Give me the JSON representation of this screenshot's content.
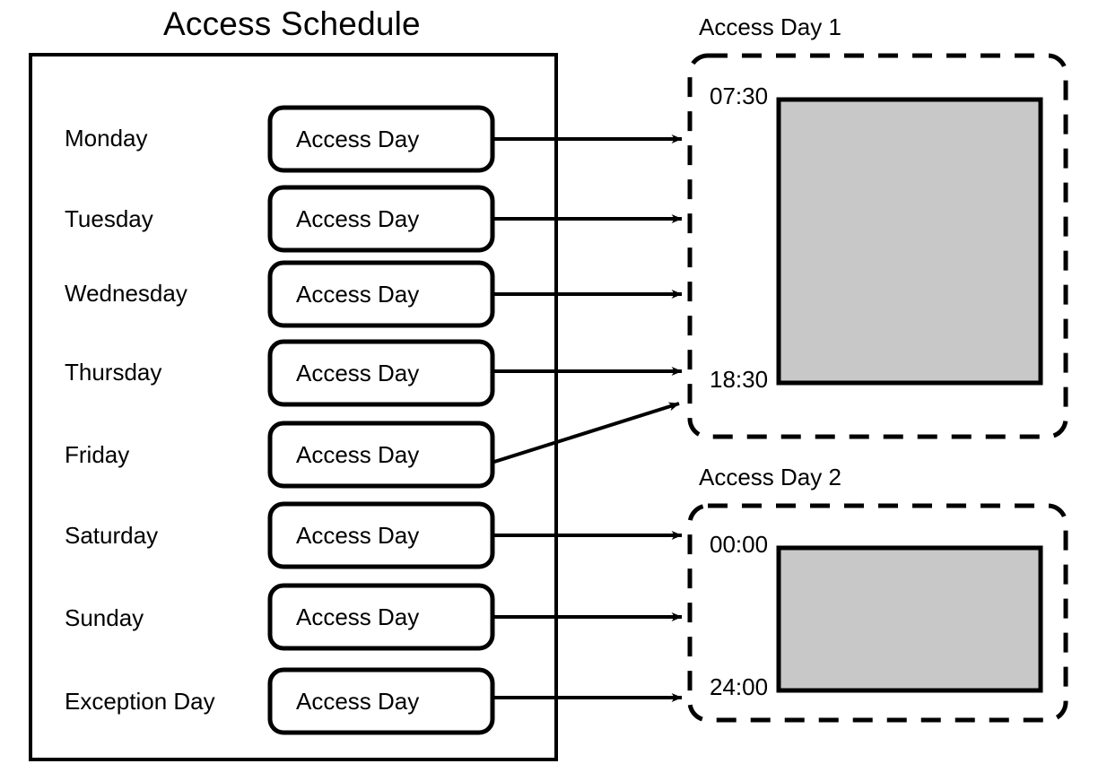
{
  "diagram": {
    "title": "Access Schedule",
    "schedule_panel": {
      "name": "Access Schedule",
      "rows": [
        {
          "day": "Monday",
          "node": "Access Day",
          "target": "Access Day 1"
        },
        {
          "day": "Tuesday",
          "node": "Access Day",
          "target": "Access Day 1"
        },
        {
          "day": "Wednesday",
          "node": "Access Day",
          "target": "Access Day 1"
        },
        {
          "day": "Thursday",
          "node": "Access Day",
          "target": "Access Day 1"
        },
        {
          "day": "Friday",
          "node": "Access Day",
          "target": "Access Day 1"
        },
        {
          "day": "Saturday",
          "node": "Access Day",
          "target": "Access Day 2"
        },
        {
          "day": "Sunday",
          "node": "Access Day",
          "target": "Access Day 2"
        },
        {
          "day": "Exception Day",
          "node": "Access Day",
          "target": "Access Day 2"
        }
      ]
    },
    "access_days": [
      {
        "title": "Access Day 1",
        "start_time": "07:30",
        "end_time": "18:30",
        "interval_fill": "#c8c8c8"
      },
      {
        "title": "Access Day 2",
        "start_time": "00:00",
        "end_time": "24:00",
        "interval_fill": "#c8c8c8"
      }
    ],
    "colors": {
      "stroke": "#000000",
      "background": "#ffffff",
      "interval_fill": "#c8c8c8"
    }
  }
}
